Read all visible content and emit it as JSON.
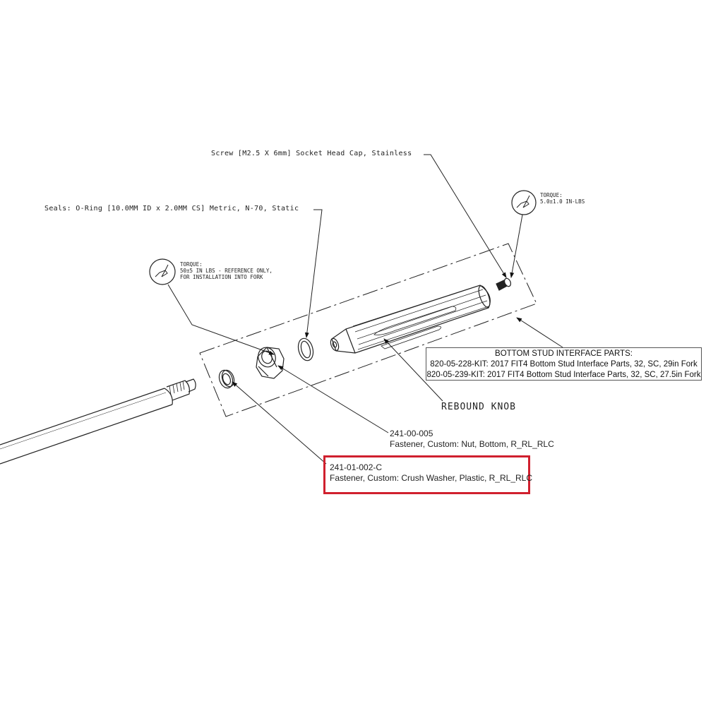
{
  "labels": {
    "screw": "Screw [M2.5 X 6mm] Socket Head Cap, Stainless",
    "seals": "Seals: O-Ring [10.0MM ID x 2.0MM CS] Metric, N-70, Static",
    "torque_nut": {
      "title": "TORQUE:",
      "line1": "50±5 IN LBS - REFERENCE ONLY,",
      "line2": "FOR INSTALLATION INTO FORK"
    },
    "torque_screw": {
      "title": "TORQUE:",
      "line1": "5.0±1.0 IN-LBS"
    },
    "kit": {
      "title": "BOTTOM STUD INTERFACE PARTS:",
      "line1": "820-05-228-KIT: 2017 FIT4 Bottom Stud Interface Parts, 32, SC, 29in Fork",
      "line2": "820-05-239-KIT: 2017 FIT4 Bottom Stud Interface Parts, 32, SC, 27.5in Fork"
    },
    "rebound_knob": "REBOUND KNOB",
    "nut": {
      "part": "241-00-005",
      "desc": "Fastener, Custom: Nut, Bottom, R_RL_RLC"
    },
    "washer": {
      "part": "241-01-002-C",
      "desc": "Fastener, Custom: Crush Washer, Plastic, R_RL_RLC"
    }
  },
  "colors": {
    "highlight": "#d0202e",
    "line": "#222222"
  }
}
